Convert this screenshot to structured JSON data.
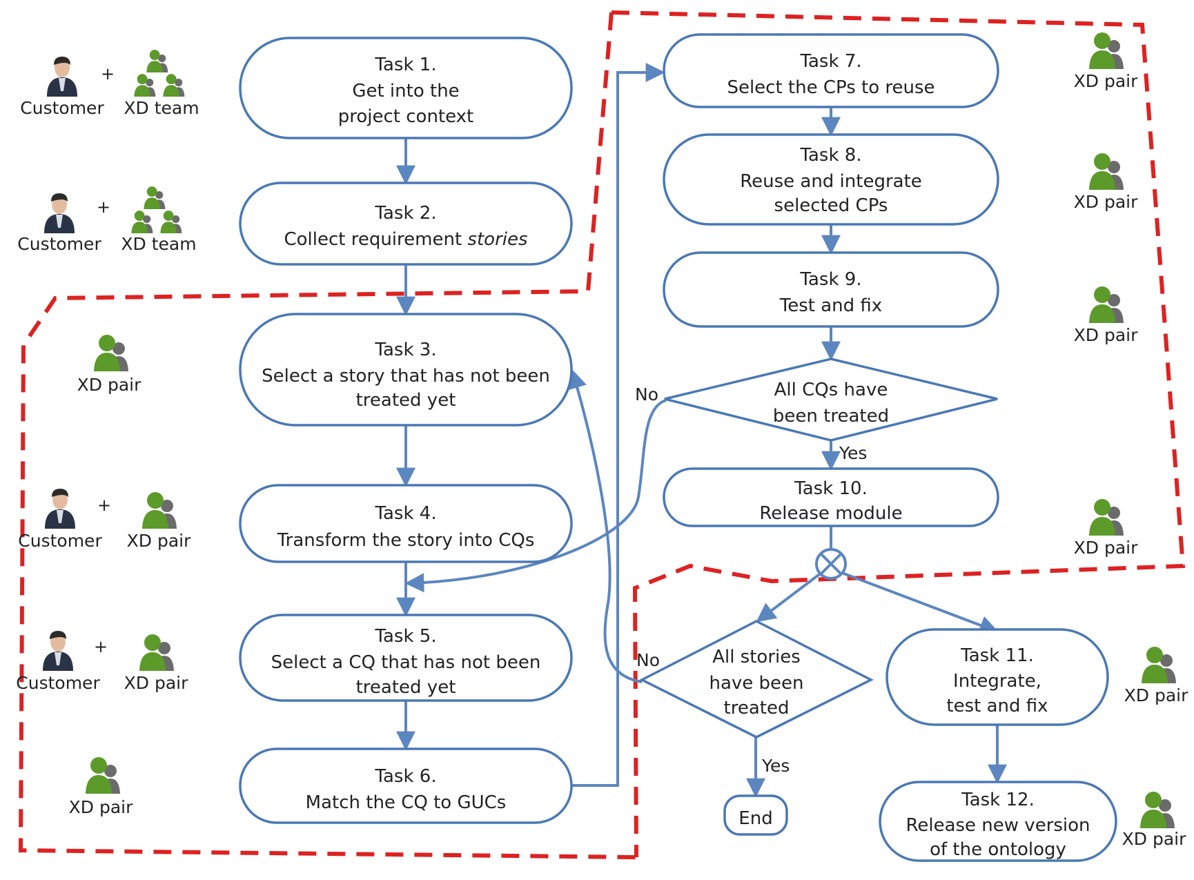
{
  "colors": {
    "node_stroke": "#4a78b5",
    "arrow": "#5b86c0",
    "region": "#dd2222",
    "xd_front": "#5c9a2a",
    "xd_back": "#6b6b6b",
    "customer_suit": "#2a3346",
    "customer_face": "#e3bc9f"
  },
  "tasks": {
    "t1": {
      "lines": [
        "Task 1.",
        "Get into the",
        "project context"
      ]
    },
    "t2": {
      "lines": [
        "Task 2.",
        "Collect requirement "
      ],
      "italic": "stories"
    },
    "t3": {
      "lines": [
        "Task 3.",
        "Select a story that has not been",
        "treated yet"
      ]
    },
    "t4": {
      "lines": [
        "Task 4.",
        "Transform the story into CQs"
      ]
    },
    "t5": {
      "lines": [
        "Task 5.",
        "Select a CQ that has not been",
        "treated yet"
      ]
    },
    "t6": {
      "lines": [
        "Task 6.",
        "Match the CQ to GUCs"
      ]
    },
    "t7": {
      "lines": [
        "Task 7.",
        "Select the CPs to reuse"
      ]
    },
    "t8": {
      "lines": [
        "Task 8.",
        "Reuse and integrate",
        "selected CPs"
      ]
    },
    "t9": {
      "lines": [
        "Task 9.",
        "Test and fix"
      ]
    },
    "t10": {
      "lines": [
        "Task 10.",
        "Release module"
      ]
    },
    "t11": {
      "lines": [
        "Task 11.",
        "Integrate,",
        "test and fix"
      ]
    },
    "t12": {
      "lines": [
        "Task 12.",
        "Release new version",
        "of the ontology"
      ]
    },
    "end": {
      "lines": [
        "End"
      ]
    }
  },
  "decisions": {
    "cqs": {
      "lines": [
        "All CQs have",
        "been treated"
      ]
    },
    "stories": {
      "lines": [
        "All stories",
        "have been",
        "treated"
      ]
    }
  },
  "edge_labels": {
    "cqs_no": "No",
    "cqs_yes": "Yes",
    "stories_no": "No",
    "stories_yes": "Yes"
  },
  "roles": {
    "customer": "Customer",
    "xd_team": "XD team",
    "xd_pair": "XD pair",
    "plus": "+"
  }
}
